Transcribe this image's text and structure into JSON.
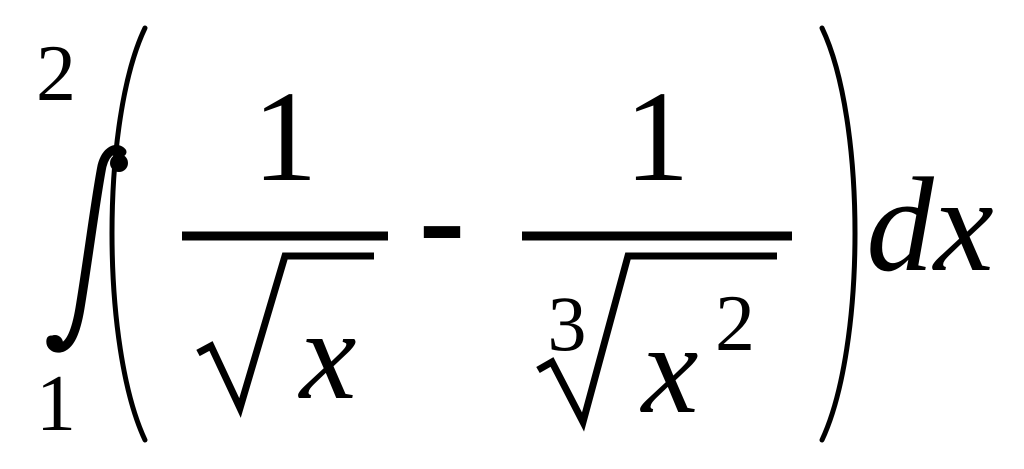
{
  "formula": {
    "integral": {
      "lower_limit": "1",
      "upper_limit": "2",
      "differential": "dx"
    },
    "term1": {
      "numerator": "1",
      "denominator_variable": "x"
    },
    "operator": "-",
    "term2": {
      "numerator": "1",
      "root_index": "3",
      "denominator_variable": "x",
      "exponent": "2"
    }
  }
}
